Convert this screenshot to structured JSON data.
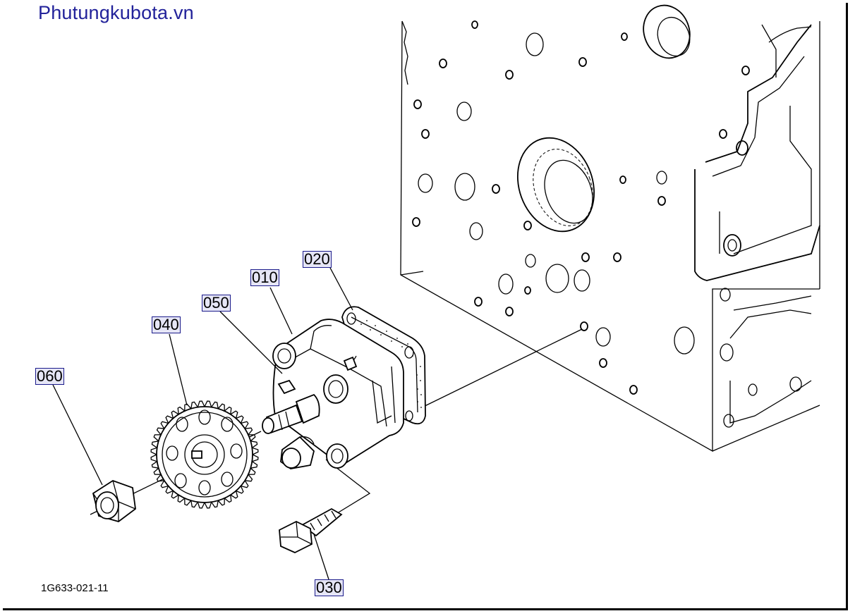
{
  "watermark": "Phutungkubota.vn",
  "diagram_code": "1G633-021-11",
  "callouts": {
    "p010": "010",
    "p020": "020",
    "p030": "030",
    "p040": "040",
    "p050": "050",
    "p060": "060"
  },
  "colors": {
    "watermark": "#22229a",
    "callout_border": "#1a1a8a",
    "callout_fill": "#e6e6f6",
    "line": "#000000"
  }
}
